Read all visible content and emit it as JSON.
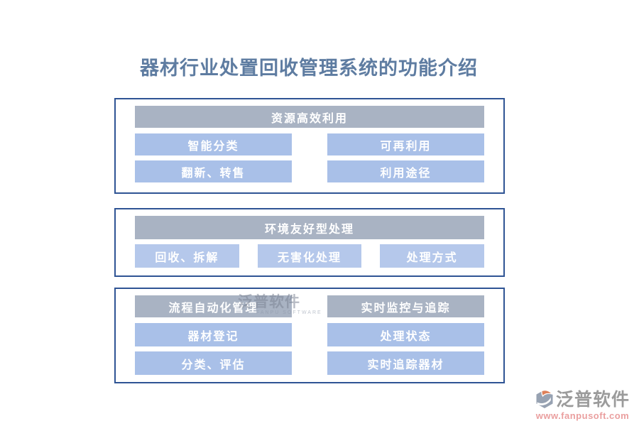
{
  "page": {
    "title": "器材行业处置回收管理系统的功能介绍"
  },
  "sections": [
    {
      "header": "资源高效利用",
      "items": [
        "智能分类",
        "可再利用",
        "翻新、转售",
        "利用途径"
      ]
    },
    {
      "header": "环境友好型处理",
      "items": [
        "回收、拆解",
        "无害化处理",
        "处理方式"
      ]
    },
    {
      "columns": [
        {
          "header": "流程自动化管理",
          "items": [
            "器材登记",
            "分类、评估"
          ]
        },
        {
          "header": "实时监控与追踪",
          "items": [
            "处理状态",
            "实时追踪器材"
          ]
        }
      ]
    }
  ],
  "watermark": {
    "text": "泛普软件",
    "subtext": "FANPU SOFTWARE"
  },
  "logo": {
    "name": "泛普软件",
    "url": "www.fanpusoft.com"
  },
  "colors": {
    "border": "#2f5494",
    "header_bg": "#a9b3c3",
    "item_bg": "#a9c0e8",
    "item_bg_light": "#b5c8eb",
    "title_text": "#5e7ca1",
    "logo_text": "#9b9b9b",
    "logo_url_text": "#ea9f9f",
    "logo_orange": "#dd8059"
  }
}
